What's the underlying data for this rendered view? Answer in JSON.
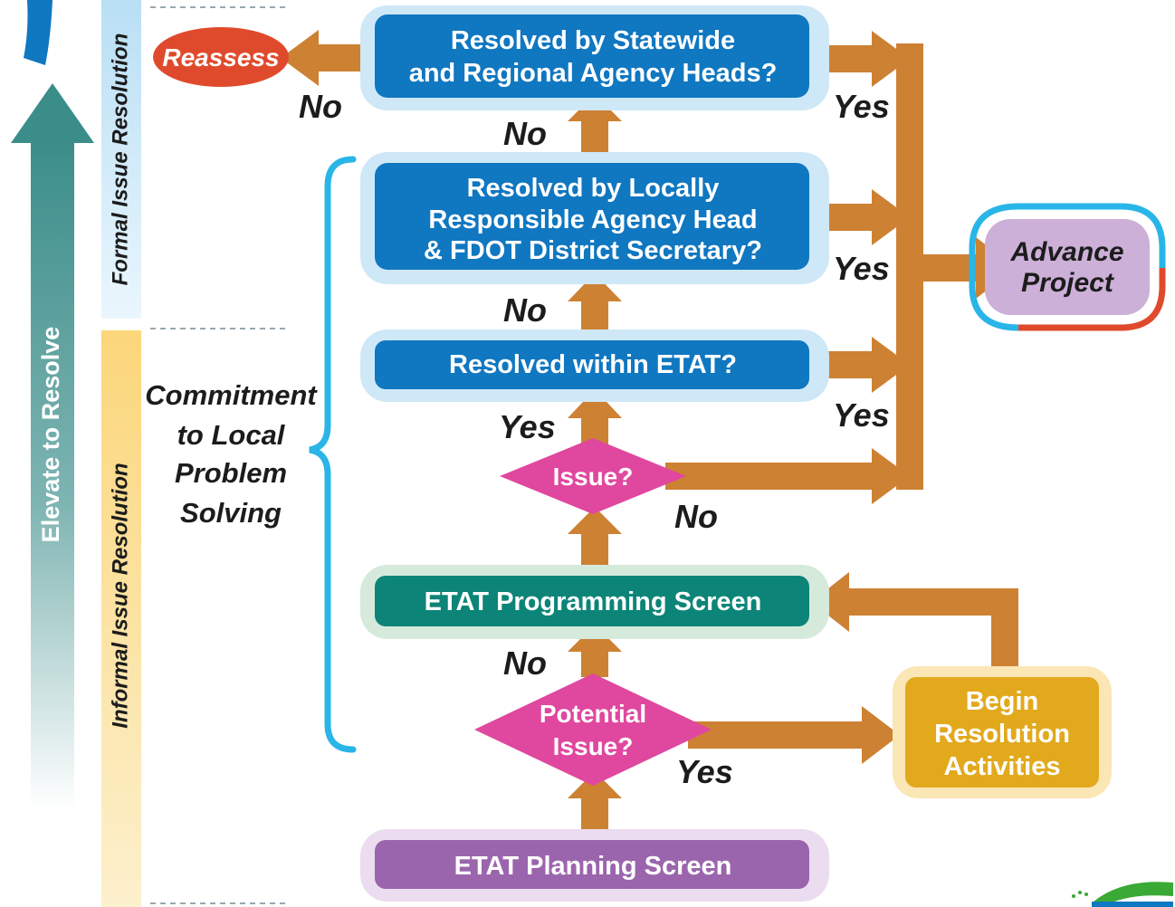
{
  "side": {
    "elevate_label": "Elevate to Resolve",
    "formal_label": "Formal Issue Resolution",
    "informal_label": "Informal Issue Resolution",
    "commitment_lines": [
      "Commitment",
      "to Local",
      "Problem",
      "Solving"
    ]
  },
  "boxes": {
    "statewide": [
      "Resolved by Statewide",
      "and Regional Agency Heads?"
    ],
    "locally": [
      "Resolved by Locally",
      "Responsible Agency Head",
      "& FDOT District Secretary?"
    ],
    "etat_resolved": "Resolved within ETAT?",
    "issue": "Issue?",
    "programming": "ETAT Programming Screen",
    "potential": [
      "Potential",
      "Issue?"
    ],
    "begin": [
      "Begin",
      "Resolution",
      "Activities"
    ],
    "planning": "ETAT Planning Screen",
    "advance": [
      "Advance",
      "Project"
    ],
    "reassess": "Reassess"
  },
  "labels": {
    "no_reassess": "No",
    "yes_statewide": "Yes",
    "no_to_statewide": "No",
    "yes_locally": "Yes",
    "no_to_locally": "No",
    "yes_etat": "Yes",
    "yes_issue": "Yes",
    "no_issue": "No",
    "no_potential": "No",
    "yes_potential": "Yes"
  },
  "colors": {
    "resolution_blue": "#1077c1",
    "halo_blue": "#cfe8f7",
    "arrow_orange": "#cd8133",
    "issue_pink": "#e0479e",
    "programming_teal": "#0c8578",
    "planning_purple": "#9b65ad",
    "begin_gold": "#e2a91d",
    "reassess_red": "#e04a2c",
    "advance_lavender": "#ccb0d8",
    "elevate_teal": "#3d8f8c"
  }
}
